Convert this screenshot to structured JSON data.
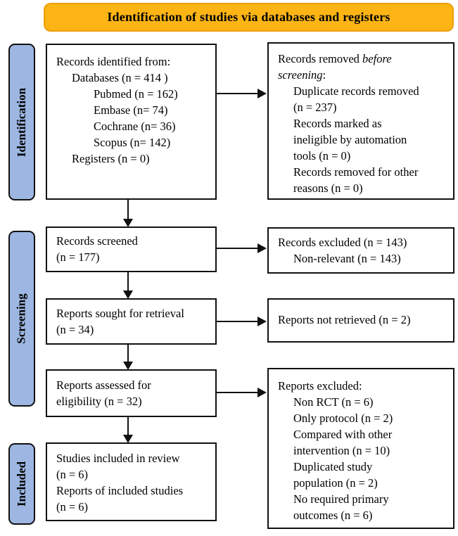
{
  "banner": {
    "title": "Identification of studies via databases and registers"
  },
  "stages": [
    {
      "label": "Identification"
    },
    {
      "label": "Screening"
    },
    {
      "label": "Included"
    }
  ],
  "boxes": {
    "records_identified": {
      "lines": [
        {
          "indent": 0,
          "text": "Records identified from:"
        },
        {
          "indent": 1,
          "text": "Databases (n = 414 )"
        },
        {
          "indent": 2,
          "text": "Pubmed (n = 162)"
        },
        {
          "indent": 2,
          "text": "Embase (n= 74)"
        },
        {
          "indent": 2,
          "text": "Cochrane (n= 36)"
        },
        {
          "indent": 2,
          "text": "Scopus (n= 142)"
        },
        {
          "indent": 1,
          "text": "Registers (n = 0)"
        }
      ]
    },
    "records_removed": {
      "lines": [
        {
          "indent": 0,
          "segments": [
            {
              "text": "Records removed "
            },
            {
              "text": "before",
              "italic": true
            }
          ]
        },
        {
          "indent": 0,
          "segments": [
            {
              "text": "screening",
              "italic": true
            },
            {
              "text": ":"
            }
          ]
        },
        {
          "indent": 1,
          "text": "Duplicate records removed"
        },
        {
          "indent": 1,
          "text": "(n = 237)"
        },
        {
          "indent": 1,
          "text": "Records marked as"
        },
        {
          "indent": 1,
          "text": "ineligible by automation"
        },
        {
          "indent": 1,
          "text": "tools (n = 0)"
        },
        {
          "indent": 1,
          "text": "Records removed for other"
        },
        {
          "indent": 1,
          "text": "reasons (n = 0)"
        }
      ]
    },
    "records_screened": {
      "lines": [
        {
          "indent": 0,
          "text": "Records screened"
        },
        {
          "indent": 0,
          "text": "(n = 177)"
        }
      ]
    },
    "records_excluded": {
      "lines": [
        {
          "indent": 0,
          "text": "Records excluded (n = 143)"
        },
        {
          "indent": 1,
          "text": "Non-relevant (n = 143)"
        }
      ]
    },
    "reports_sought": {
      "lines": [
        {
          "indent": 0,
          "text": "Reports sought for retrieval"
        },
        {
          "indent": 0,
          "text": "(n = 34)"
        }
      ]
    },
    "reports_not_retrieved": {
      "lines": [
        {
          "indent": 0,
          "text": "Reports not retrieved (n = 2)"
        }
      ]
    },
    "reports_assessed": {
      "lines": [
        {
          "indent": 0,
          "text": "Reports assessed for"
        },
        {
          "indent": 0,
          "text": "eligibility (n = 32)"
        }
      ]
    },
    "reports_excluded": {
      "lines": [
        {
          "indent": 0,
          "text": "Reports excluded:"
        },
        {
          "indent": 1,
          "text": "Non RCT (n = 6)"
        },
        {
          "indent": 1,
          "text": "Only protocol (n = 2)"
        },
        {
          "indent": 1,
          "text": "Compared with other"
        },
        {
          "indent": 1,
          "text": "intervention (n = 10)"
        },
        {
          "indent": 1,
          "text": "Duplicated study"
        },
        {
          "indent": 1,
          "text": "population (n = 2)"
        },
        {
          "indent": 1,
          "text": "No required primary"
        },
        {
          "indent": 1,
          "text": "outcomes (n = 6)"
        }
      ]
    },
    "studies_included": {
      "lines": [
        {
          "indent": 0,
          "text": "Studies included in review"
        },
        {
          "indent": 0,
          "text": "(n = 6)"
        },
        {
          "indent": 0,
          "text": "Reports of included studies"
        },
        {
          "indent": 0,
          "text": "(n = 6)"
        }
      ]
    }
  },
  "colors": {
    "banner_fill": "#FCB515",
    "banner_border": "#EE9F0C",
    "stage_fill": "#9DB7E2",
    "line_color": "#111111"
  }
}
